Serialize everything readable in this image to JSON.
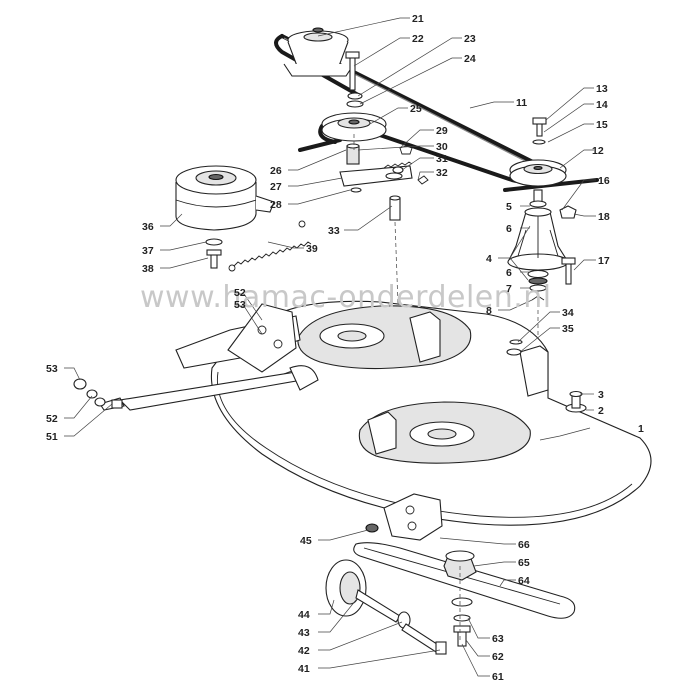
{
  "watermark": "www.hamac-onderdelen.nl",
  "callouts": [
    {
      "id": "1"
    },
    {
      "id": "2"
    },
    {
      "id": "3"
    },
    {
      "id": "4"
    },
    {
      "id": "5"
    },
    {
      "id": "6"
    },
    {
      "id": "6"
    },
    {
      "id": "7"
    },
    {
      "id": "8"
    },
    {
      "id": "11"
    },
    {
      "id": "12"
    },
    {
      "id": "13"
    },
    {
      "id": "14"
    },
    {
      "id": "15"
    },
    {
      "id": "16"
    },
    {
      "id": "17"
    },
    {
      "id": "18"
    },
    {
      "id": "21"
    },
    {
      "id": "22"
    },
    {
      "id": "23"
    },
    {
      "id": "24"
    },
    {
      "id": "25"
    },
    {
      "id": "26"
    },
    {
      "id": "27"
    },
    {
      "id": "28"
    },
    {
      "id": "29"
    },
    {
      "id": "30"
    },
    {
      "id": "31"
    },
    {
      "id": "32"
    },
    {
      "id": "33"
    },
    {
      "id": "34"
    },
    {
      "id": "35"
    },
    {
      "id": "36"
    },
    {
      "id": "37"
    },
    {
      "id": "38"
    },
    {
      "id": "39"
    },
    {
      "id": "41"
    },
    {
      "id": "42"
    },
    {
      "id": "43"
    },
    {
      "id": "44"
    },
    {
      "id": "45"
    },
    {
      "id": "51"
    },
    {
      "id": "52"
    },
    {
      "id": "52"
    },
    {
      "id": "53"
    },
    {
      "id": "53"
    },
    {
      "id": "61"
    },
    {
      "id": "62"
    },
    {
      "id": "63"
    },
    {
      "id": "64"
    },
    {
      "id": "65"
    },
    {
      "id": "66"
    }
  ]
}
